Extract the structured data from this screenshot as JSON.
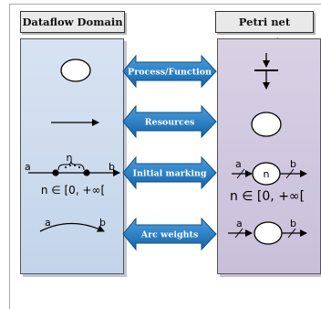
{
  "left_domain": {
    "title": "Dataflow Domain"
  },
  "right_domain": {
    "title": "Petri net Domain"
  },
  "mappings": [
    {
      "label": "Process/Function"
    },
    {
      "label": "Resources"
    },
    {
      "label": "Initial marking"
    },
    {
      "label": "Arc weights"
    }
  ],
  "dataflow": {
    "edge_source": "a",
    "edge_target": "b",
    "token_count": "n",
    "range_text": "n ∈ [0, +∞[",
    "weight_source": "a",
    "weight_target": "b"
  },
  "petri": {
    "edge_source": "a",
    "edge_target": "b",
    "place_tokens": "n",
    "range_text": "n ∈ [0, +∞[",
    "weight_source": "a",
    "weight_target": "b"
  },
  "colors": {
    "left_panel": "#c9d8ec",
    "right_panel": "#cfc6df",
    "arrow": "#1e78c0",
    "label_box": "#e9e9e9"
  }
}
